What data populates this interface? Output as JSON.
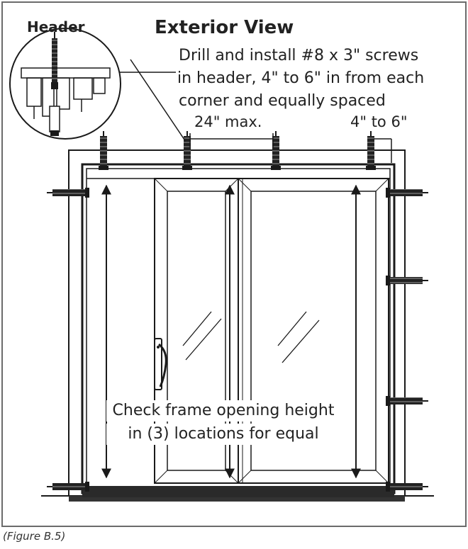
{
  "figure": {
    "header_label": "Header",
    "title": "Exterior View",
    "instruction_lines": [
      "Drill and install #8 x 3\" screws",
      "in header, 4\" to 6\" in from each",
      "corner and equally spaced"
    ],
    "dim_max": "24\" max.",
    "dim_corner": "4\" to 6\"",
    "check_lines": [
      "Check frame opening height",
      "in (3) locations for equal"
    ],
    "caption": "(Figure B.5)"
  },
  "colors": {
    "line": "#1a1a1a",
    "floor": "#333333",
    "border": "#6b6b6b"
  },
  "icons": [
    "screw-icon",
    "door-handle-icon",
    "glass-reflection-icon",
    "arrow-icon"
  ]
}
